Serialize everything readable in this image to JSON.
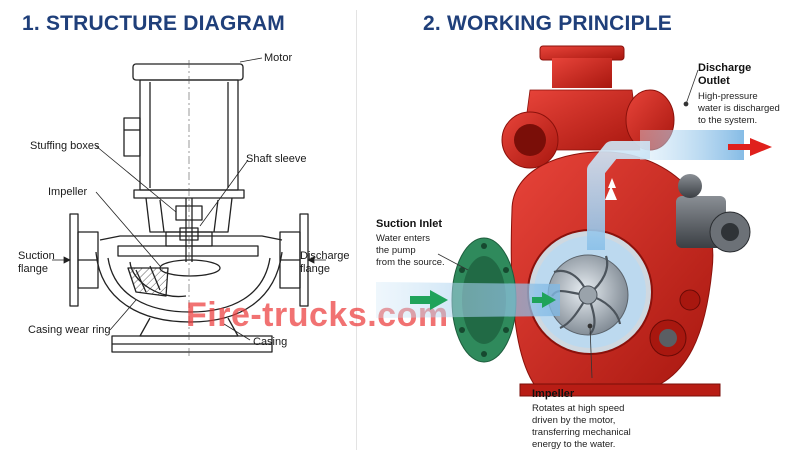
{
  "titles": {
    "structure": "1. STRUCTURE DIAGRAM",
    "working": "2. WORKING PRINCIPLE"
  },
  "structure_labels": {
    "motor": "Motor",
    "stuffing_boxes": "Stuffing boxes",
    "shaft_sleeve": "Shaft sleeve",
    "impeller": "Impeller",
    "suction_flange_1": "Suction",
    "suction_flange_2": "flange",
    "discharge_flange_1": "Discharge",
    "discharge_flange_2": "flange",
    "casing_wear_ring": "Casing wear ring",
    "casing": "Casing"
  },
  "working_labels": {
    "discharge_title_1": "Discharge",
    "discharge_title_2": "Outlet",
    "discharge_desc_1": "High-pressure",
    "discharge_desc_2": "water is discharged",
    "discharge_desc_3": "to the system.",
    "suction_title": "Suction Inlet",
    "suction_desc_1": "Water enters",
    "suction_desc_2": "the pump",
    "suction_desc_3": "from the source.",
    "impeller_title": "Impeller",
    "impeller_desc_1": "Rotates at high speed",
    "impeller_desc_2": "driven by the motor,",
    "impeller_desc_3": "transferring mechanical",
    "impeller_desc_4": "energy to the water."
  },
  "watermark": "Fire-trucks.com",
  "colors": {
    "title": "#1f3f7a",
    "pump_red": "#d42a22",
    "inlet_green": "#2f8a5c",
    "water_blue": "#8fc4ea",
    "arrow_red": "#e0201c",
    "arrow_green": "#1fa35a"
  }
}
